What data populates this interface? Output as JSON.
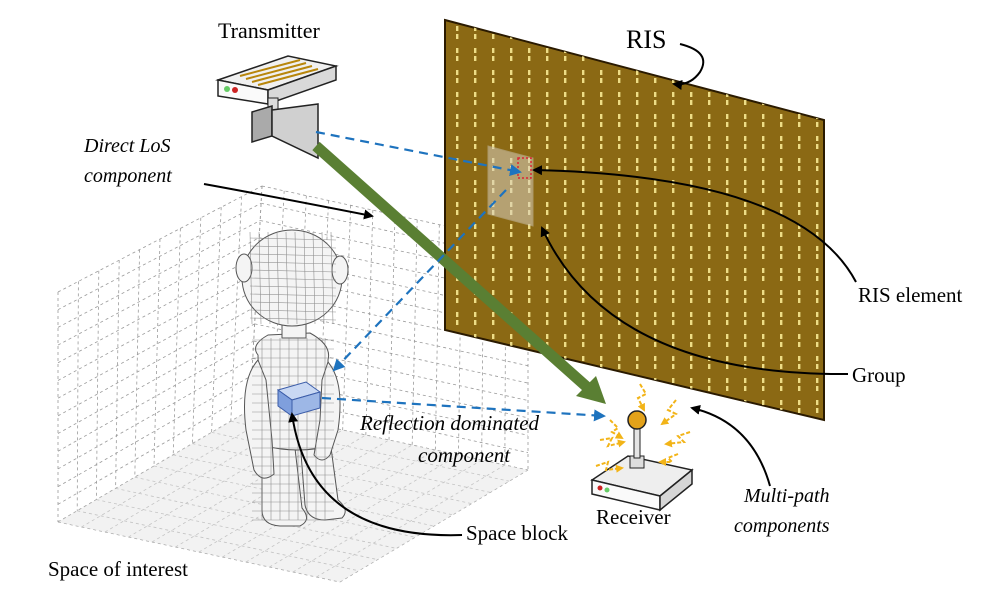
{
  "labels": {
    "transmitter": "Transmitter",
    "ris": "RIS",
    "direct_los_line1": "Direct LoS",
    "direct_los_line2": "component",
    "ris_element": "RIS element",
    "group": "Group",
    "reflection_line1": "Reflection dominated",
    "reflection_line2": "component",
    "receiver": "Receiver",
    "multipath_line1": "Multi-path",
    "multipath_line2": "components",
    "space_block": "Space block",
    "space_of_interest": "Space of interest"
  },
  "colors": {
    "ris_panel": "#8B6914",
    "ris_element": "#F3E38C",
    "los_arrow": "#5A7F33",
    "reflection_arrow": "#1E73BE",
    "multipath": "#F2B418",
    "space_block": "#9DB7E6",
    "grid": "#9a9a9a"
  }
}
